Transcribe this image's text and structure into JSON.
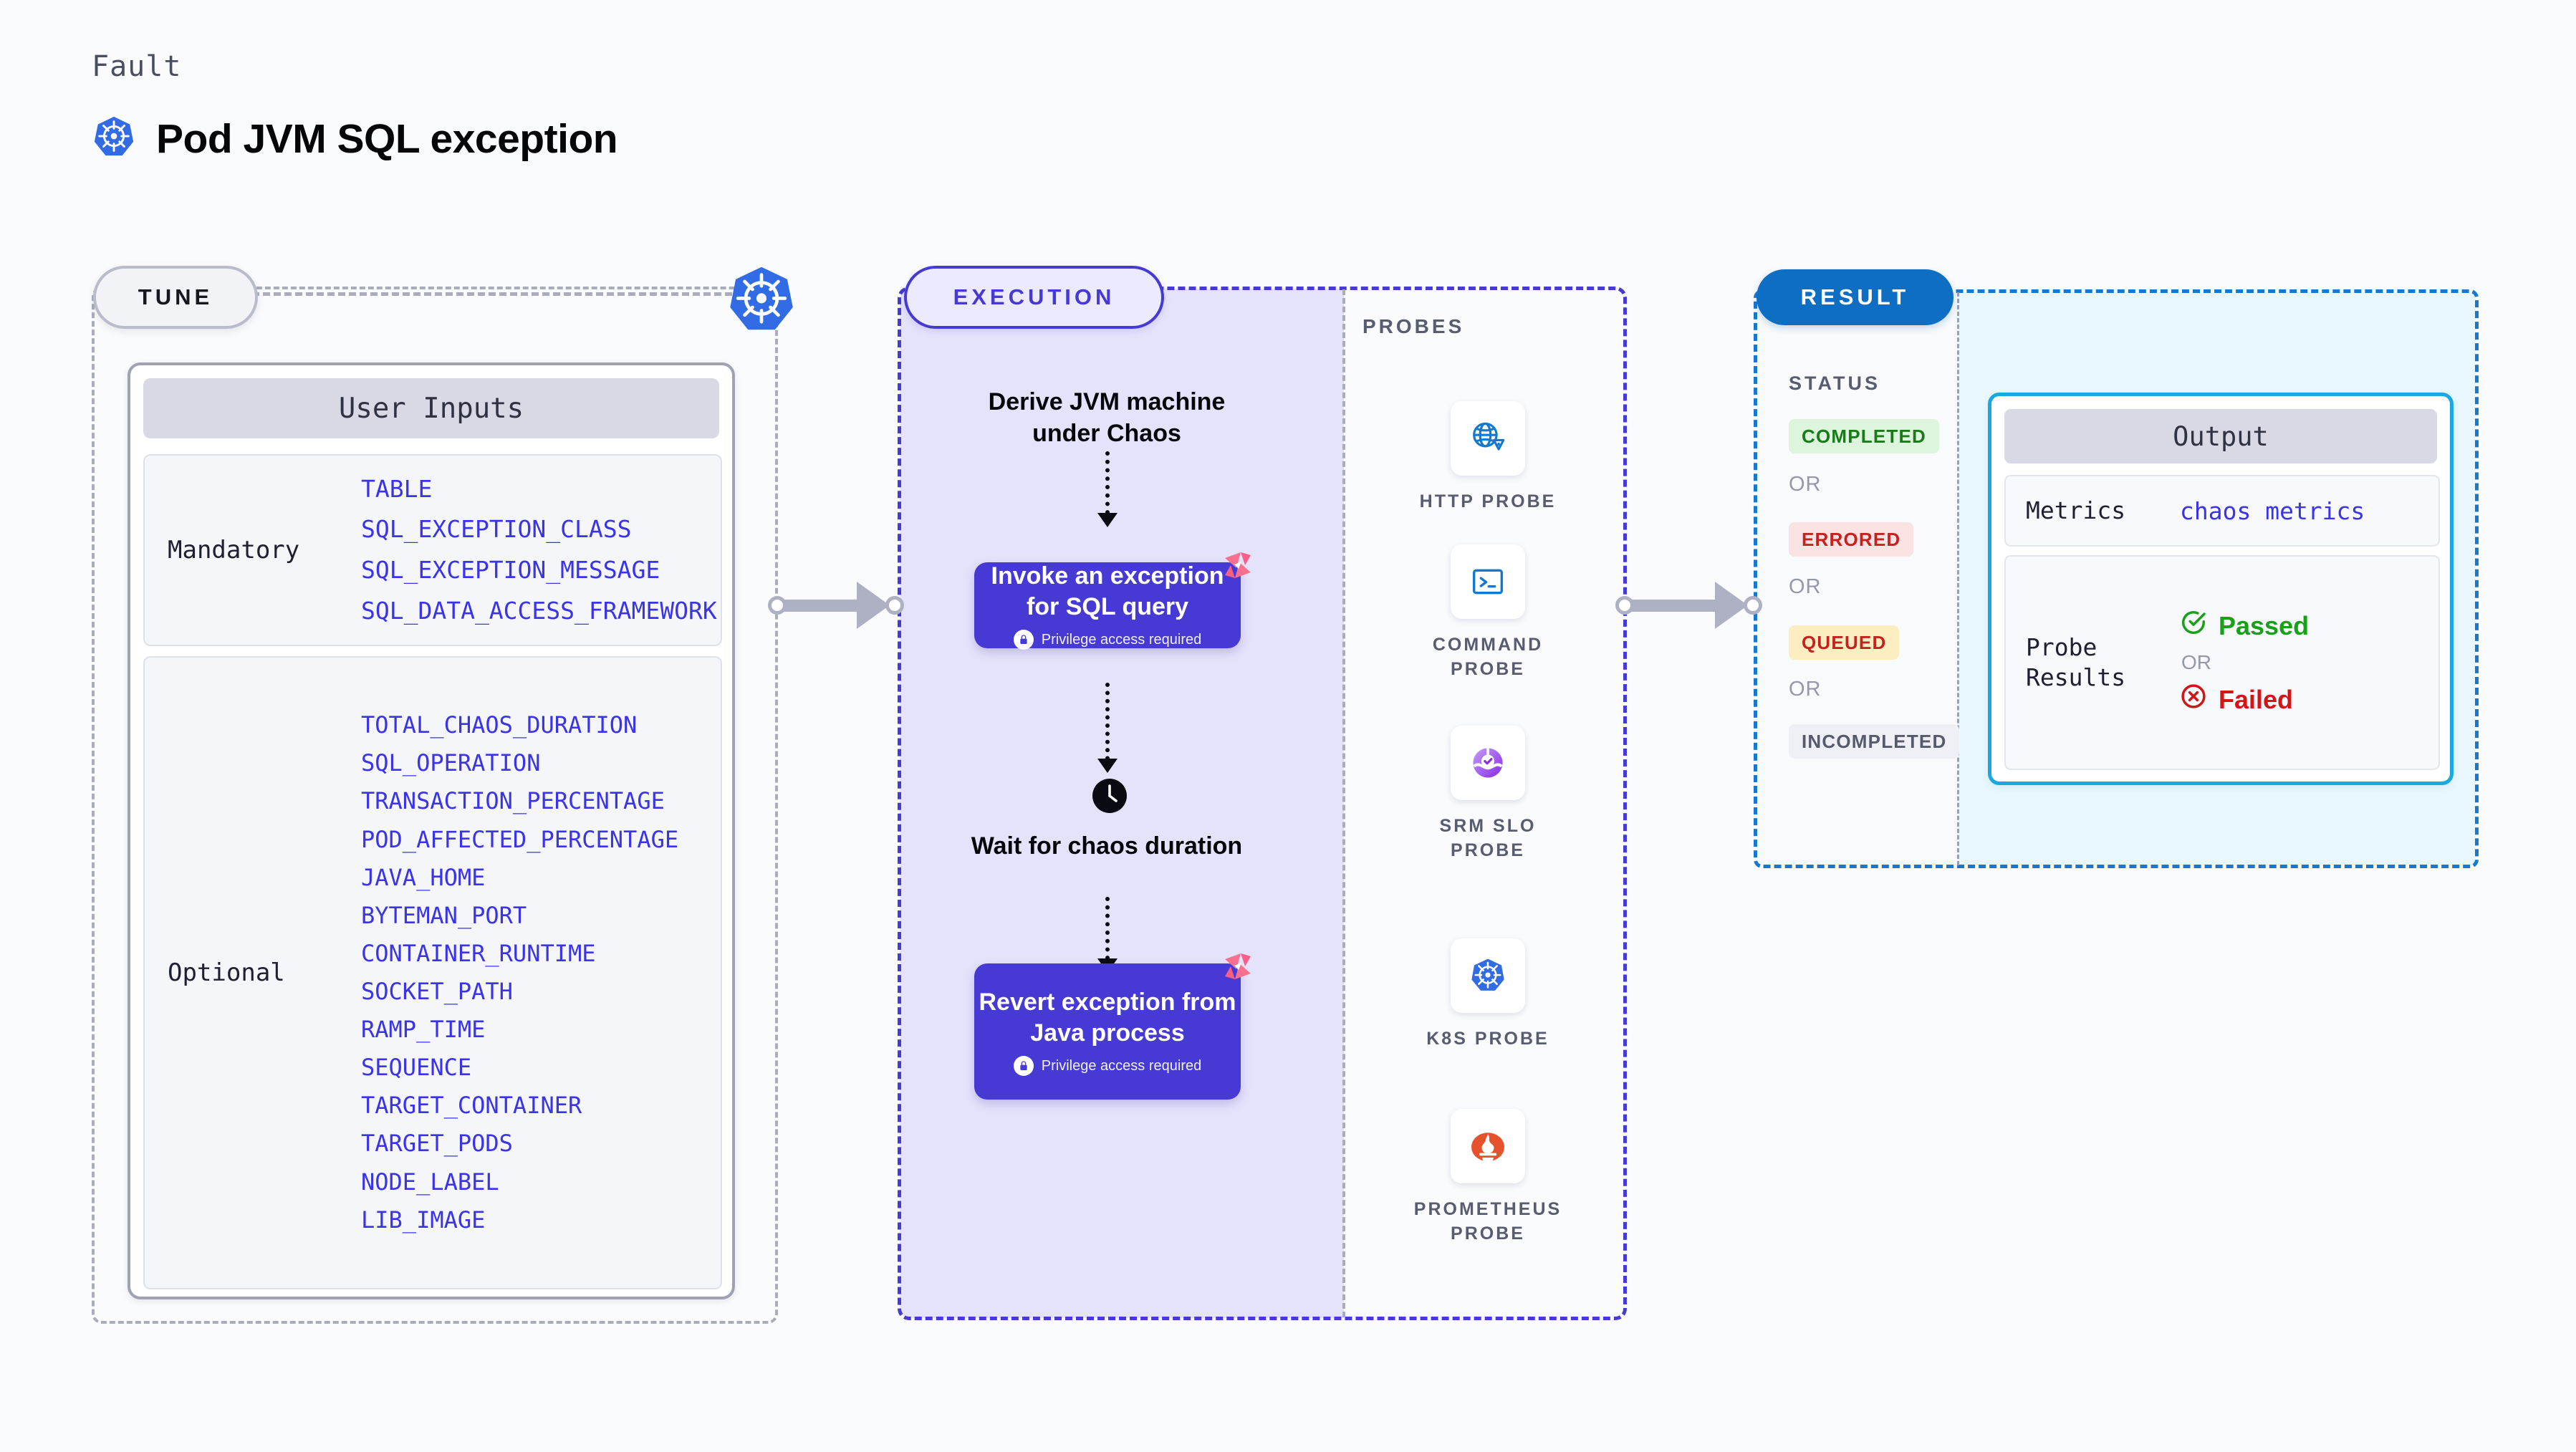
{
  "header": {
    "eyebrow": "Fault",
    "title": "Pod JVM SQL exception",
    "icon": "kubernetes-icon"
  },
  "tune": {
    "pill_label": "TUNE",
    "badge_icon": "kubernetes-icon",
    "card_title": "User Inputs",
    "groups": [
      {
        "label": "Mandatory",
        "params": [
          "TABLE",
          "SQL_EXCEPTION_CLASS",
          "SQL_EXCEPTION_MESSAGE",
          "SQL_DATA_ACCESS_FRAMEWORK"
        ]
      },
      {
        "label": "Optional",
        "params": [
          "TOTAL_CHAOS_DURATION",
          "SQL_OPERATION",
          "TRANSACTION_PERCENTAGE",
          "POD_AFFECTED_PERCENTAGE",
          "JAVA_HOME",
          "BYTEMAN_PORT",
          "CONTAINER_RUNTIME",
          "SOCKET_PATH",
          "RAMP_TIME",
          "SEQUENCE",
          "TARGET_CONTAINER",
          "TARGET_PODS",
          "NODE_LABEL",
          "LIB_IMAGE"
        ]
      }
    ]
  },
  "execution": {
    "pill_label": "EXECUTION",
    "steps": [
      {
        "type": "text",
        "label": "Derive JVM machine under Chaos"
      },
      {
        "type": "card",
        "label": "Invoke an exception for SQL query",
        "note": "Privilege access required",
        "note_icon": "lock-icon",
        "badge_icon": "harness-logo-icon"
      },
      {
        "type": "text",
        "label": "Wait for chaos duration",
        "icon": "clock-icon"
      },
      {
        "type": "card",
        "label": "Revert exception from Java process",
        "note": "Privilege access required",
        "note_icon": "lock-icon",
        "badge_icon": "harness-logo-icon"
      }
    ],
    "probes": {
      "label": "PROBES",
      "items": [
        {
          "label": "HTTP PROBE",
          "icon": "globe-warning-icon"
        },
        {
          "label": "COMMAND PROBE",
          "icon": "terminal-icon"
        },
        {
          "label": "SRM SLO PROBE",
          "icon": "srm-slo-icon"
        },
        {
          "label": "K8S PROBE",
          "icon": "kubernetes-icon"
        },
        {
          "label": "PROMETHEUS PROBE",
          "icon": "prometheus-icon"
        }
      ]
    }
  },
  "result": {
    "pill_label": "RESULT",
    "status_label": "STATUS",
    "or_label": "OR",
    "statuses": [
      {
        "label": "COMPLETED",
        "color": "#187a18",
        "bg": "#ddf5dd"
      },
      {
        "label": "ERRORED",
        "color": "#c9201f",
        "bg": "#fbe3e3"
      },
      {
        "label": "QUEUED",
        "color": "#c9201f",
        "bg": "#fdeec2"
      },
      {
        "label": "INCOMPLETED",
        "color": "#555a6c",
        "bg": "#eef0f5"
      }
    ],
    "output": {
      "title": "Output",
      "metrics_key": "Metrics",
      "metrics_value": "chaos metrics",
      "probe_key": "Probe Results",
      "passed_label": "Passed",
      "failed_label": "Failed",
      "or_label": "OR",
      "passed_icon": "check-circle-icon",
      "failed_icon": "x-circle-icon"
    }
  },
  "colors": {
    "accent_indigo": "#4639d4",
    "accent_blue": "#0d6ec4",
    "accent_cyan": "#1aa8e0",
    "param_link": "#3a33e8",
    "k8s_blue": "#326ce5",
    "harness_pink": "#f7718f",
    "prometheus_orange": "#e6522c",
    "connector_gray": "#aeb1c4"
  }
}
